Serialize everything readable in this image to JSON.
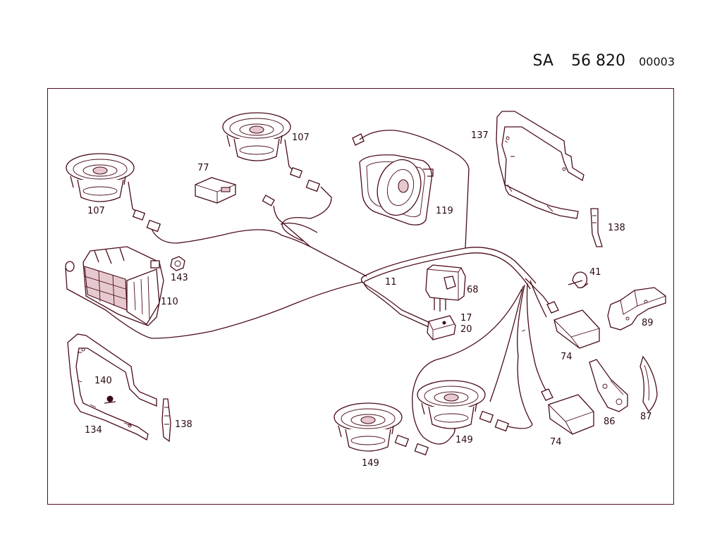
{
  "header": {
    "prefix": "SA",
    "number": "56 820",
    "suffix": "00003"
  },
  "labels": {
    "speaker_front_left": "107",
    "speaker_front_top": "107",
    "module_77": "77",
    "speaker_119": "119",
    "bracket_137": "137",
    "clip_138_right": "138",
    "nut_143": "143",
    "amplifier_110": "110",
    "harness_11": "11",
    "switch_68": "68",
    "connector_17": "17",
    "connector_20": "20",
    "clip_41": "41",
    "bracket_89": "89",
    "module_74_upper": "74",
    "module_74_lower": "74",
    "bracket_86": "86",
    "cover_87": "87",
    "bracket_140": "140",
    "bracket_134": "134",
    "clip_138_left": "138",
    "speaker_149_left": "149",
    "speaker_149_right": "149"
  }
}
